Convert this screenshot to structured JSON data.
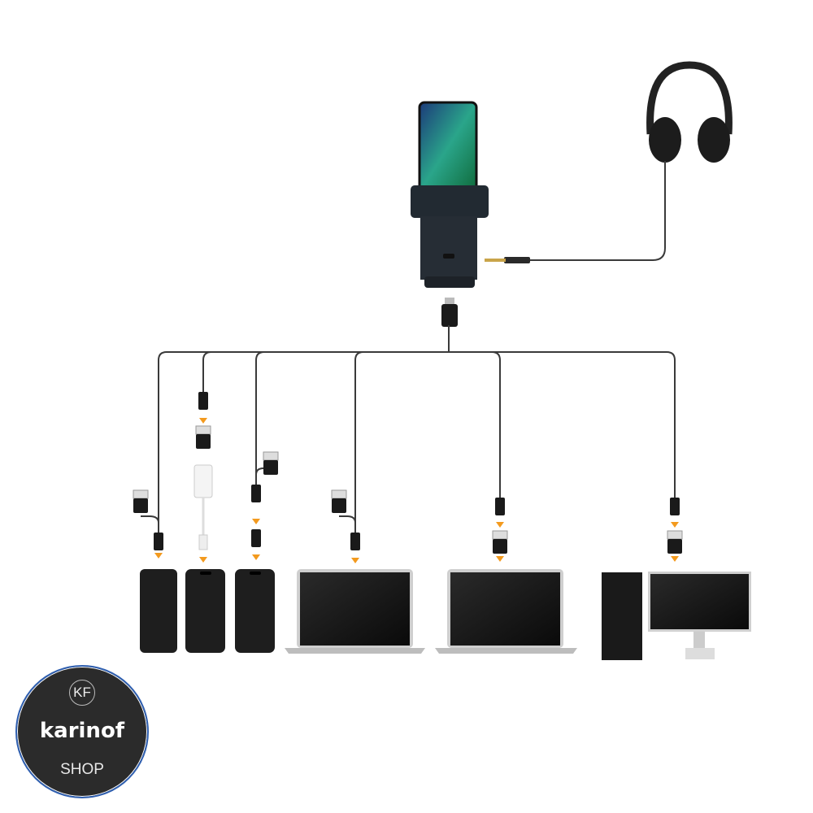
{
  "logo": {
    "monogram": "KF",
    "name": "karinof",
    "tagline": "SHOP"
  },
  "colors": {
    "cable": "#3a3a3a",
    "arrow": "#f39a1e",
    "device": "#1e1e1e",
    "logo_bg": "#2b2b2b",
    "logo_ring": "#2f5fb0"
  },
  "devices": [
    "phone",
    "phone",
    "phone",
    "laptop",
    "laptop",
    "desktop-pc"
  ]
}
